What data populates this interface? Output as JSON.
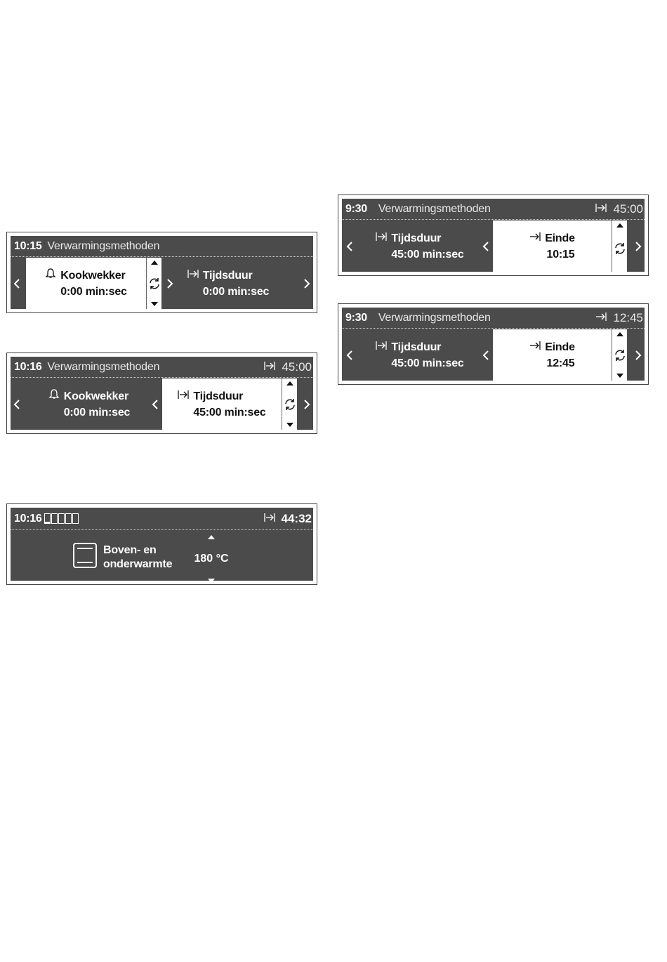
{
  "panel1": {
    "time": "10:15",
    "title": "Verwarmingsmethoden",
    "left_item": {
      "label": "Kookwekker",
      "value": "0:00 min:sec"
    },
    "right_item": {
      "label": "Tijdsduur",
      "value": "0:00 min:sec"
    }
  },
  "panel2": {
    "time": "10:16",
    "title": "Verwarmingsmethoden",
    "status_value": "45:00",
    "left_item": {
      "label": "Kookwekker",
      "value": "0:00 min:sec"
    },
    "right_item": {
      "label": "Tijdsduur",
      "value": "45:00 min:sec"
    }
  },
  "panel3": {
    "time": "10:16",
    "status_value": "44:32",
    "mode_line1": "Boven- en",
    "mode_line2": "onderwarmte",
    "temperature": "180 °C"
  },
  "panel4": {
    "time": "9:30",
    "title": "Verwarmingsmethoden",
    "status_value": "45:00",
    "left_item": {
      "label": "Tijdsduur",
      "value": "45:00 min:sec"
    },
    "right_item": {
      "label": "Einde",
      "value": "10:15"
    }
  },
  "panel5": {
    "time": "9:30",
    "title": "Verwarmingsmethoden",
    "status_value": "12:45",
    "left_item": {
      "label": "Tijdsduur",
      "value": "45:00 min:sec"
    },
    "right_item": {
      "label": "Einde",
      "value": "12:45"
    }
  },
  "icons": {
    "bell": "bell-icon",
    "duration": "duration-icon",
    "end": "end-time-icon",
    "refresh": "refresh-icon",
    "oven": "oven-top-bottom-heat-icon"
  }
}
